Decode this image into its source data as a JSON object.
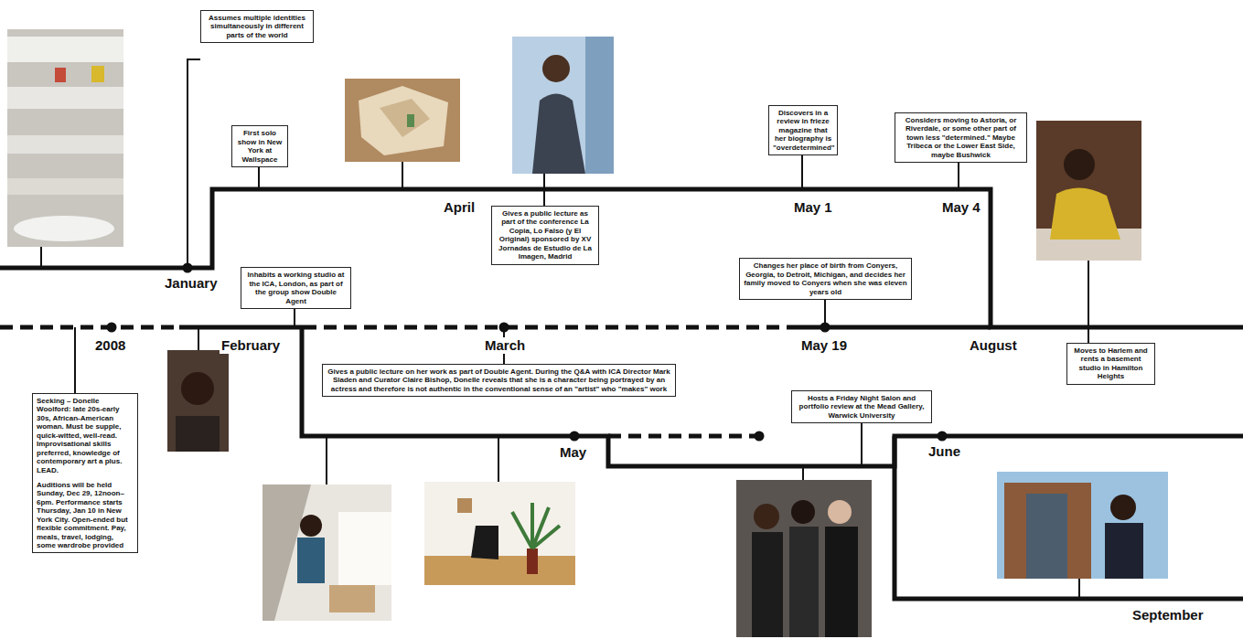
{
  "diagram": {
    "nodes": [
      {
        "text": [
          "Assumes multiple identities simultaneously in different parts of the world"
        ]
      },
      {
        "text": [
          "First solo show in New York at Wallspace"
        ]
      },
      {
        "text": [
          "Gives a public lecture as part of the conference La Copia, Lo Falso (y El Original) sponsored by XV Jornadas de Estudio de La Imagen, Madrid"
        ]
      },
      {
        "text": [
          "Discovers in a review in frieze magazine that her biography is \"overdetermined\""
        ]
      },
      {
        "text": [
          "Considers moving to Astoria, or Riverdale, or some other part of town less \"determined.\" Maybe Tribeca or the Lower East Side, maybe Bushwick"
        ]
      },
      {
        "text": [
          "Inhabits a working studio at the ICA, London, as part of the group show Double Agent"
        ]
      },
      {
        "text": [
          "Changes her place of birth from Conyers, Georgia, to Detroit, Michigan, and decides her family moved to Conyers when she was eleven years old"
        ]
      },
      {
        "text": [
          "Seeking – Donelle Woolford: late 20s-early 30s, African-American woman. Must be supple, quick-witted, well-read. Improvisational skills preferred, knowledge of contemporary art a plus. LEAD.",
          "Auditions will be held Sunday, Dec 29, 12noon–6pm. Performance starts Thursday, Jan 10 in New York City. Open-ended but flexible commitment. Pay, meals, travel, lodging, some wardrobe provided"
        ]
      },
      {
        "text": [
          "Gives a public lecture on her work as part of Double Agent. During the Q&A with ICA Director Mark Sladen and Curator Claire Bishop, Donelle reveals that she is a character being portrayed by an actress and therefore is not authentic in the conventional sense of an \"artist\" who \"makes\" work"
        ]
      },
      {
        "text": [
          "Hosts a Friday Night Salon and portfolio review at the Mead Gallery, Warwick University"
        ]
      },
      {
        "text": [
          "Moves to Harlem and rents a basement studio in Hamilton Heights"
        ]
      }
    ],
    "labels": [
      "January",
      "April",
      "May 1",
      "May 4",
      "2008",
      "February",
      "March",
      "May 19",
      "August",
      "May",
      "June",
      "September"
    ]
  }
}
